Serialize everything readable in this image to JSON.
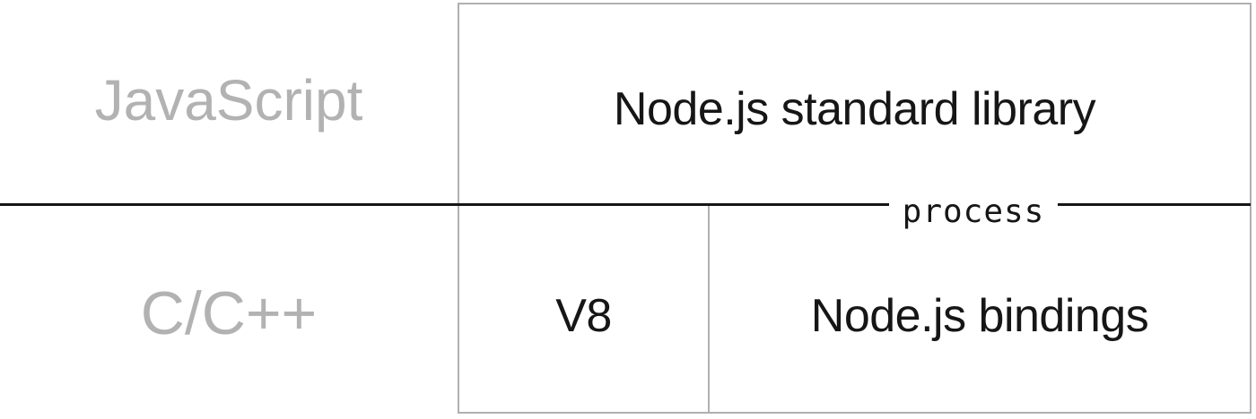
{
  "diagram": {
    "left_column": {
      "top_label": "JavaScript",
      "bottom_label": "C/C++"
    },
    "box": {
      "top_cell": "Node.js standard library",
      "bottom_left_cell": "V8",
      "bottom_right_cell": "Node.js bindings"
    },
    "boundary": {
      "label": "process"
    }
  },
  "colors": {
    "background": "#ffffff",
    "muted_text": "#b2b2b2",
    "dark_text": "#161616",
    "box_border": "#b0b0b0",
    "boundary_line": "#161616"
  }
}
